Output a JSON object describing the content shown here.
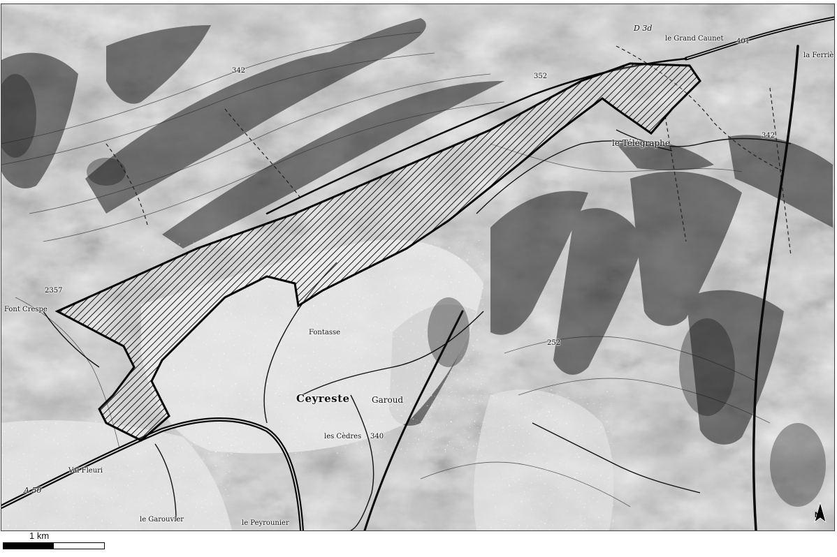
{
  "map": {
    "place_labels": {
      "ceyreste": "Ceyreste",
      "le_grand_caunet": "le Grand Caunet",
      "la_ferriere": "la Ferrière",
      "le_telegraphe": "le Télégraphe",
      "le_garouvier": "le Garouvier",
      "peyrounier": "le Peyrounier",
      "les_cedres": "les Cèdres",
      "garoud": "Garoud",
      "val_fleuri": "Val Fleuri",
      "fontasse": "Fontasse",
      "fontcrespe": "Font Crespe"
    },
    "road_labels": {
      "a50": "A 50",
      "d3d": "D 3d"
    },
    "elevations": {
      "e1": "401",
      "e2": "342",
      "e3": "352",
      "e4": "342",
      "e5": "340",
      "e6": "2357",
      "e7": "252"
    }
  },
  "scale": {
    "label": "1 km"
  },
  "north": {
    "label": "N"
  },
  "colors": {
    "background": "#ffffff",
    "terrain_light": "#d8d8d8",
    "terrain_dark": "#3a3a3a",
    "hatch": "#1a1a1a",
    "road": "#111111"
  }
}
